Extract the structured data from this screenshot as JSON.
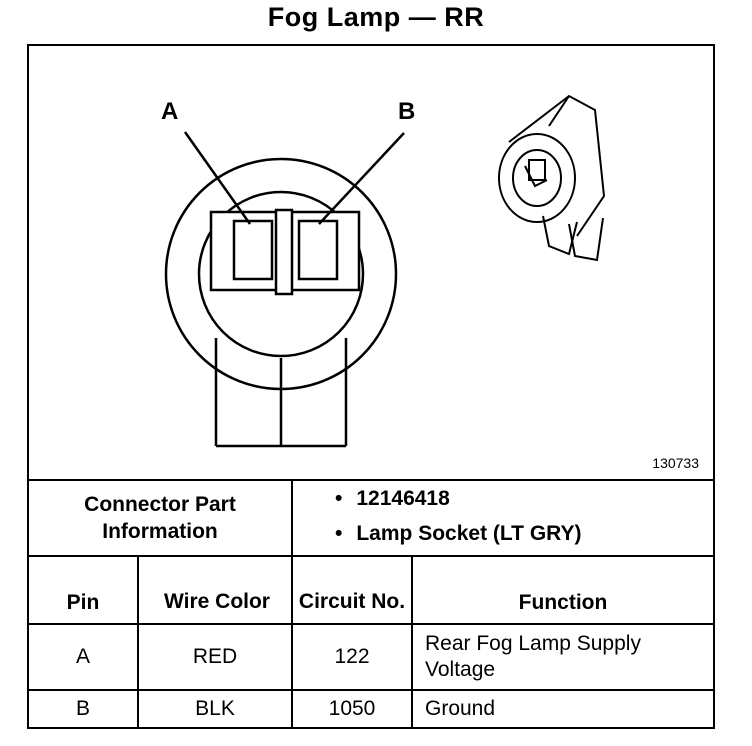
{
  "title": "Fog Lamp — RR",
  "diagram": {
    "callouts": [
      "A",
      "B"
    ],
    "figure_number": "130733"
  },
  "connector_info": {
    "label": "Connector Part Information",
    "items": [
      "12146418",
      "Lamp Socket (LT GRY)"
    ]
  },
  "table": {
    "headers": {
      "pin": "Pin",
      "wire_color": "Wire Color",
      "circuit": "Circuit No.",
      "function": "Function"
    },
    "rows": [
      {
        "pin": "A",
        "wire_color": "RED",
        "circuit": "122",
        "function": "Rear Fog Lamp Supply Voltage"
      },
      {
        "pin": "B",
        "wire_color": "BLK",
        "circuit": "1050",
        "function": "Ground"
      }
    ]
  }
}
